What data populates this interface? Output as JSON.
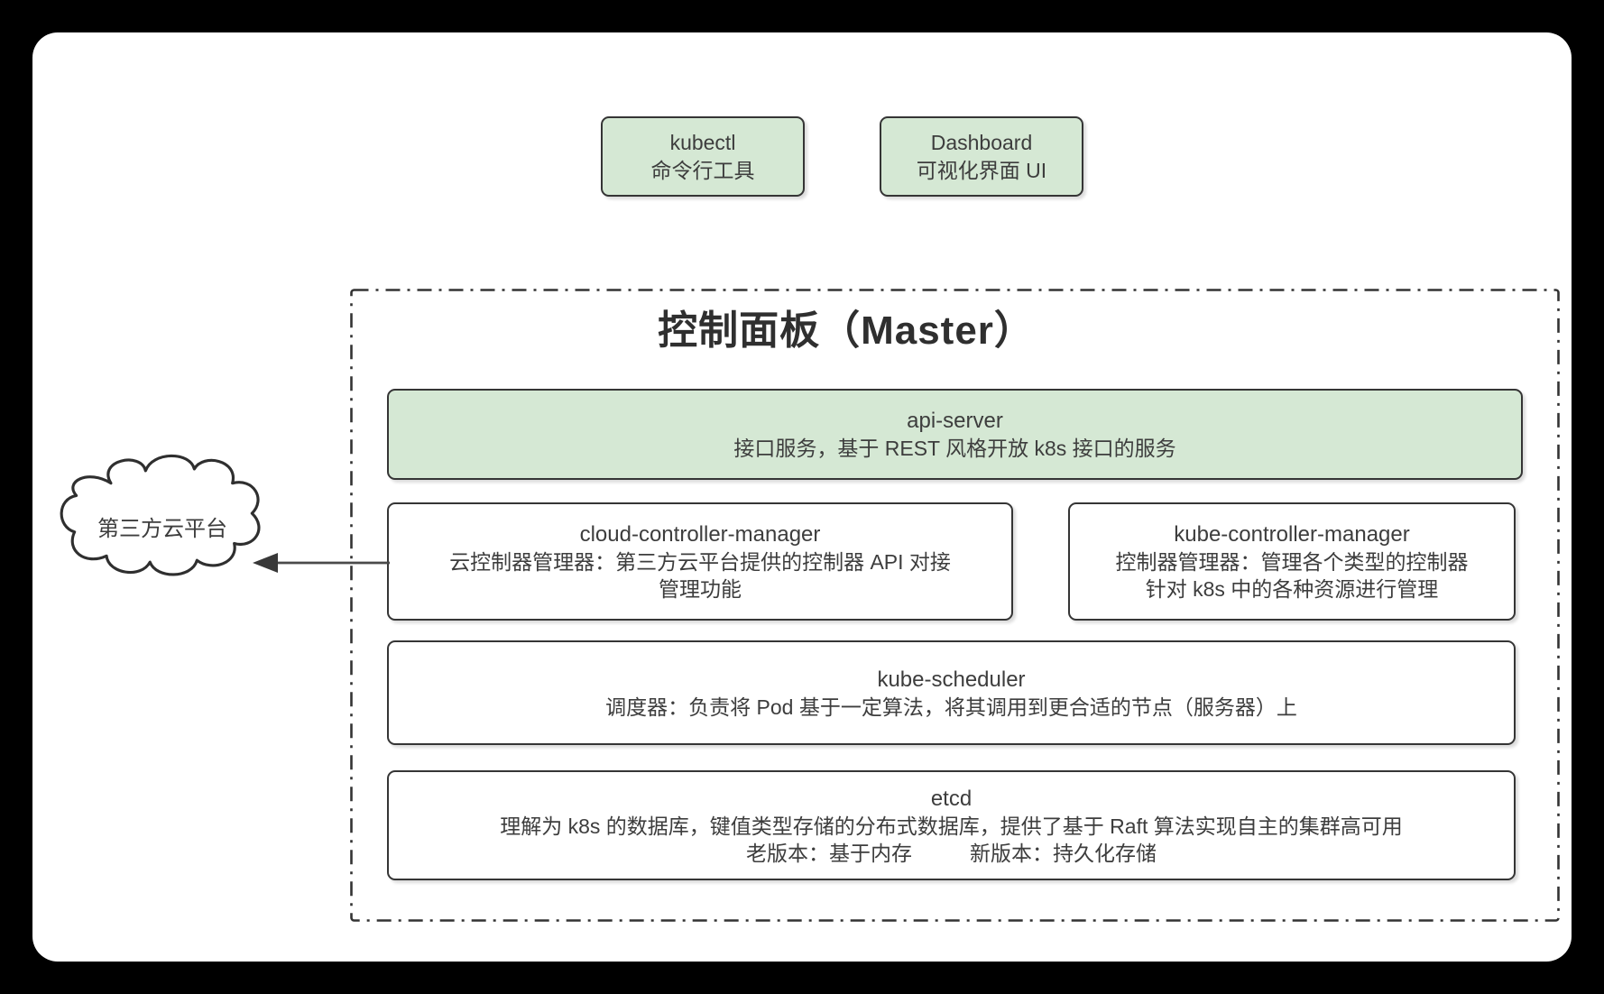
{
  "external_tools": [
    {
      "title": "kubectl",
      "subtitle": "命令行工具"
    },
    {
      "title": "Dashboard",
      "subtitle": "可视化界面 UI"
    }
  ],
  "master": {
    "title": "控制面板（Master）",
    "api_server": {
      "title": "api-server",
      "desc": "接口服务，基于 REST 风格开放 k8s 接口的服务"
    },
    "cloud_controller_manager": {
      "title": "cloud-controller-manager",
      "line1": "云控制器管理器：第三方云平台提供的控制器 API 对接",
      "line2": "管理功能"
    },
    "kube_controller_manager": {
      "title": "kube-controller-manager",
      "line1": "控制器管理器：管理各个类型的控制器",
      "line2": "针对 k8s 中的各种资源进行管理"
    },
    "kube_scheduler": {
      "title": "kube-scheduler",
      "desc": "调度器：负责将 Pod 基于一定算法，将其调用到更合适的节点（服务器）上"
    },
    "etcd": {
      "title": "etcd",
      "desc": "理解为 k8s 的数据库，键值类型存储的分布式数据库，提供了基于 Raft 算法实现自主的集群高可用",
      "old_version": "老版本：基于内存",
      "new_version": "新版本：持久化存储"
    }
  },
  "cloud": {
    "label": "第三方云平台"
  },
  "colors": {
    "node_green_fill": "#d5e8d4",
    "node_border": "#353535",
    "panel_border": "#333333",
    "text": "#3d3d3d",
    "canvas_bg": "#ffffff",
    "frame_bg": "#000000"
  }
}
